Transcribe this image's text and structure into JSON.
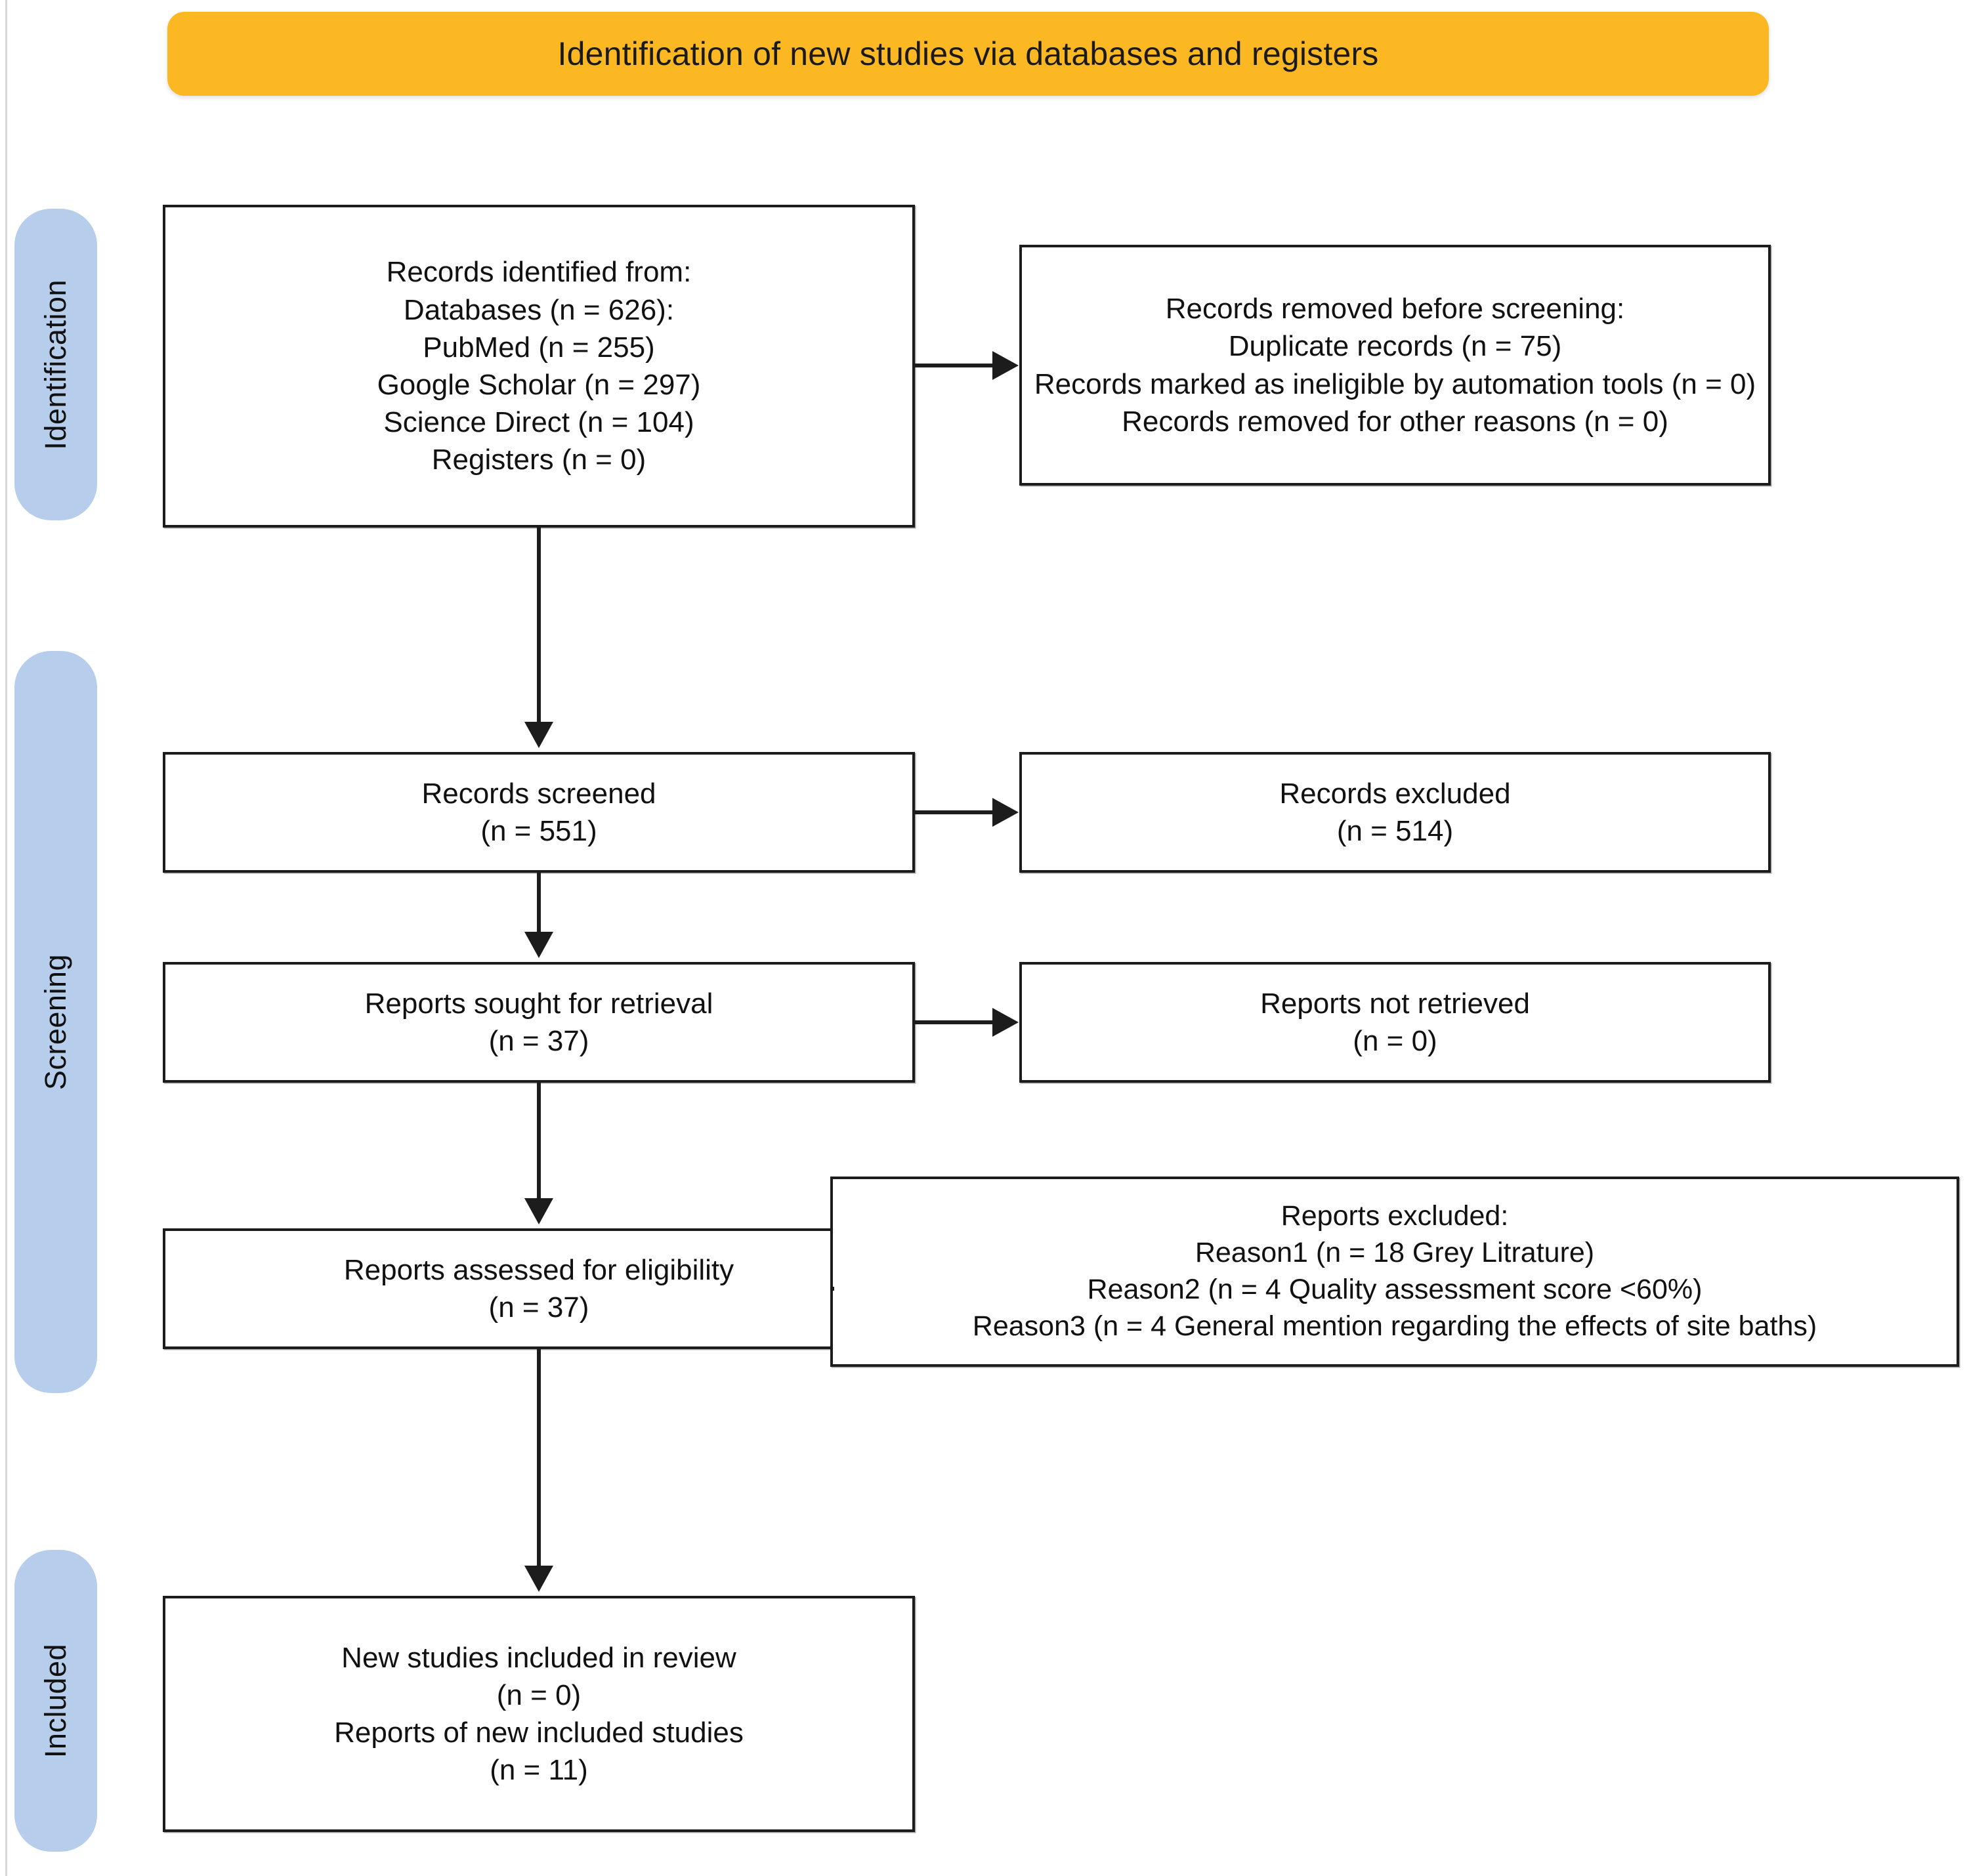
{
  "banner": {
    "title": "Identification of new studies via databases and registers",
    "color": "#fcb823"
  },
  "stages": {
    "identification": "Identification",
    "screening": "Screening",
    "included": "Included",
    "pill_color": "#b6cdec"
  },
  "boxes": {
    "identified": "Records identified from:\nDatabases (n = 626):\nPubMed (n =  255)\nGoogle Scholar (n =  297)\nScience Direct (n =  104)\nRegisters (n = 0)",
    "removed": "Records removed before screening:\nDuplicate records (n = 75)\nRecords marked as ineligible by automation tools (n = 0)\nRecords removed for other reasons (n = 0)",
    "screened": "Records screened\n(n = 551)",
    "excluded": "Records excluded\n(n = 514)",
    "sought": "Reports sought for retrieval\n(n = 37)",
    "not_retrieved": "Reports not retrieved\n(n = 0)",
    "eligibility": "Reports assessed for eligibility\n(n = 37)",
    "reports_excluded": "Reports excluded:\nReason1 (n =  18 Grey Litrature)\nReason2 (n =  4 Quality assessment score <60%)\nReason3 (n =  4 General mention regarding the effects of site baths)",
    "included": "New studies included in review\n(n = 0)\nReports of new included studies\n(n = 11)"
  },
  "chart_data": {
    "type": "table",
    "title": "PRISMA 2020 flow diagram for new systematic reviews which included searches of databases and registers only",
    "nodes": [
      {
        "id": "identified",
        "stage": "Identification",
        "label": "Records identified from databases",
        "n": 626
      },
      {
        "id": "pubmed",
        "stage": "Identification",
        "label": "PubMed",
        "n": 255
      },
      {
        "id": "google_scholar",
        "stage": "Identification",
        "label": "Google Scholar",
        "n": 297
      },
      {
        "id": "science_direct",
        "stage": "Identification",
        "label": "Science Direct",
        "n": 104
      },
      {
        "id": "registers",
        "stage": "Identification",
        "label": "Registers",
        "n": 0
      },
      {
        "id": "duplicates",
        "stage": "Identification",
        "label": "Duplicate records removed",
        "n": 75
      },
      {
        "id": "automation",
        "stage": "Identification",
        "label": "Records marked ineligible by automation tools",
        "n": 0
      },
      {
        "id": "other_removed",
        "stage": "Identification",
        "label": "Records removed for other reasons",
        "n": 0
      },
      {
        "id": "screened",
        "stage": "Screening",
        "label": "Records screened",
        "n": 551
      },
      {
        "id": "records_excluded",
        "stage": "Screening",
        "label": "Records excluded",
        "n": 514
      },
      {
        "id": "sought",
        "stage": "Screening",
        "label": "Reports sought for retrieval",
        "n": 37
      },
      {
        "id": "not_retrieved",
        "stage": "Screening",
        "label": "Reports not retrieved",
        "n": 0
      },
      {
        "id": "eligibility",
        "stage": "Screening",
        "label": "Reports assessed for eligibility",
        "n": 37
      },
      {
        "id": "reason1",
        "stage": "Screening",
        "label": "Reason1 Grey Litrature",
        "n": 18
      },
      {
        "id": "reason2",
        "stage": "Screening",
        "label": "Reason2 Quality assessment score <60%",
        "n": 4
      },
      {
        "id": "reason3",
        "stage": "Screening",
        "label": "Reason3 General mention regarding the effects of site baths",
        "n": 4
      },
      {
        "id": "new_studies",
        "stage": "Included",
        "label": "New studies included in review",
        "n": 0
      },
      {
        "id": "new_reports",
        "stage": "Included",
        "label": "Reports of new included studies",
        "n": 11
      }
    ],
    "edges": [
      {
        "from": "identified",
        "to": "duplicates"
      },
      {
        "from": "identified",
        "to": "screened"
      },
      {
        "from": "screened",
        "to": "records_excluded"
      },
      {
        "from": "screened",
        "to": "sought"
      },
      {
        "from": "sought",
        "to": "not_retrieved"
      },
      {
        "from": "sought",
        "to": "eligibility"
      },
      {
        "from": "eligibility",
        "to": "reason1"
      },
      {
        "from": "eligibility",
        "to": "new_studies"
      }
    ]
  }
}
